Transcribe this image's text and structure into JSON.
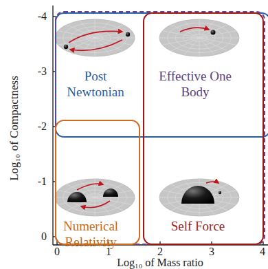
{
  "diagram": {
    "nodes": [
      {
        "text": [
          "Post Newtonian"
        ]
      },
      {
        "text": [
          "Effective One Body"
        ]
      },
      {
        "text": [
          "Numerical Relativity"
        ]
      },
      {
        "text": [
          "Self Force"
        ]
      }
    ],
    "labels": [
      "-4",
      "-3",
      "-2",
      "-1",
      "0",
      "0",
      "1",
      "2",
      "3",
      "4",
      "Log₁₀ of Mass ratio",
      "Log₁₀ of Compactness"
    ]
  }
}
